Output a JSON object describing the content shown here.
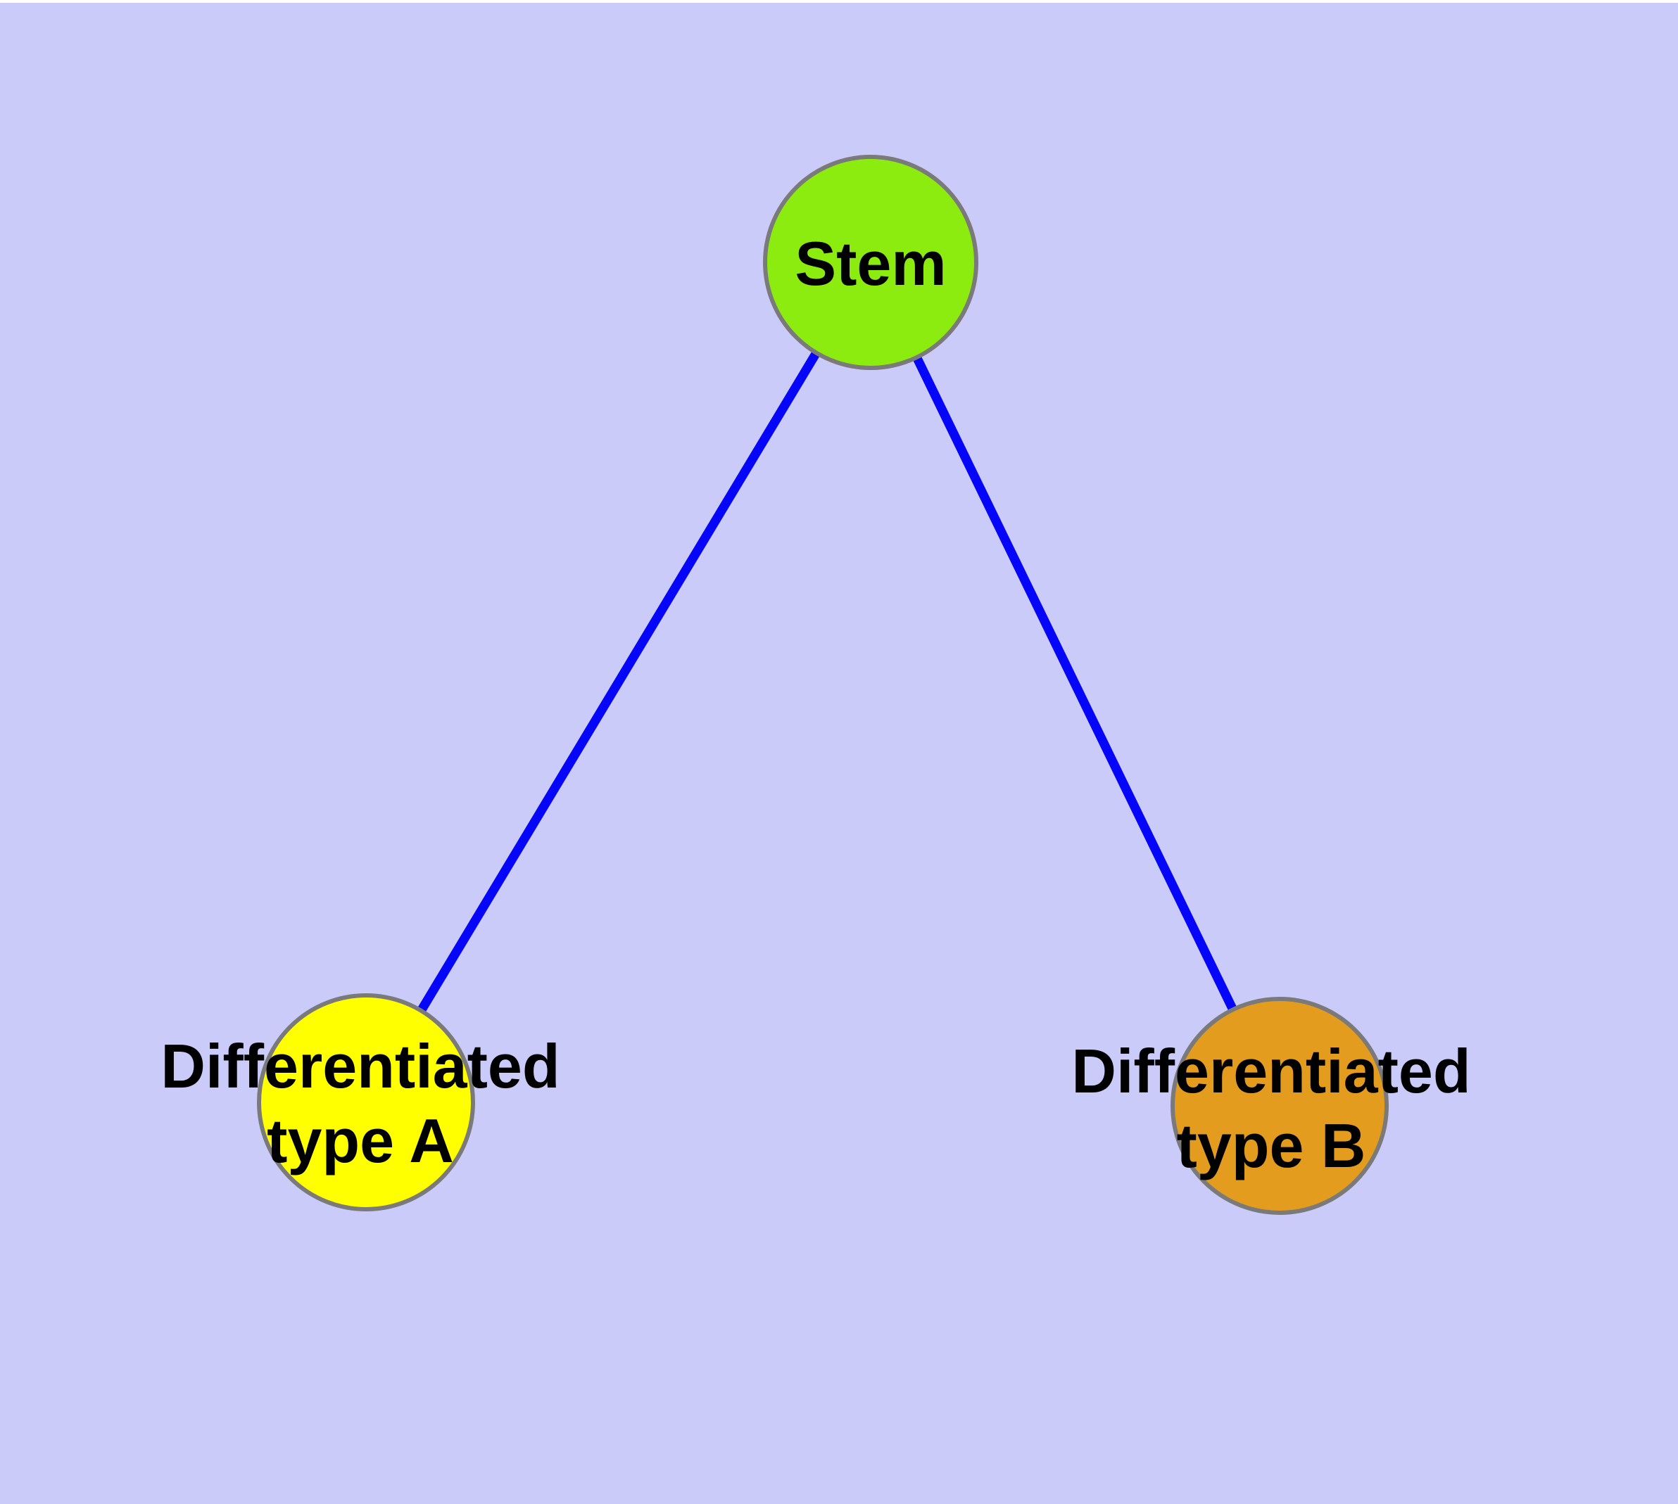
{
  "diagram": {
    "background_color": "#CBCBFA",
    "top_margin_color": "#FFFFFF",
    "edge_color": "#0505FA",
    "node_border_color": "#7A7A7A",
    "text_color": "#000000",
    "nodes": {
      "stem": {
        "label": "Stem",
        "fill": "#8CEB0F"
      },
      "type_a": {
        "label_line1": "Differentiated",
        "label_line2": "type A",
        "fill": "#FFFF00"
      },
      "type_b": {
        "label_line1": "Differentiated",
        "label_line2": "type B",
        "fill": "#E49C1E"
      }
    },
    "edges": [
      {
        "from": "stem",
        "to": "type_a"
      },
      {
        "from": "stem",
        "to": "type_b"
      }
    ]
  }
}
